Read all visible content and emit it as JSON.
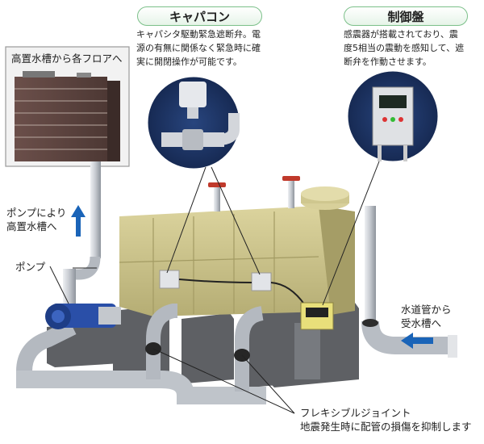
{
  "capacon": {
    "title": "キャパコン",
    "lines": [
      "キャパシタ駆動緊急遮断弁。電",
      "源の有無に関係なく緊急時に確",
      "実に開閉操作が可能です。"
    ]
  },
  "control_panel": {
    "title": "制御盤",
    "lines": [
      "感震器が搭載されており、震",
      "度5相当の震動を感知して、遮",
      "断弁を作動させます。"
    ]
  },
  "building_caption": "高置水槽から各フロアへ",
  "pump_to_tank": [
    "ポンプにより",
    "高置水槽へ"
  ],
  "pump_label": "ポンプ",
  "water_main": [
    "水道管から",
    "受水槽へ"
  ],
  "flexible_joint": [
    "フレキシブルジョイント",
    "地震発生時に配管の損傷を抑制します"
  ],
  "colors": {
    "pill_border": "#7cc08a",
    "pill_fill": "#e6f4e8",
    "arrow_blue": "#1a64b8",
    "tank": "#c9c08a",
    "pipe": "#c9cdd3",
    "pump": "#2a4fa8",
    "inset_bg": "#1c3366"
  }
}
